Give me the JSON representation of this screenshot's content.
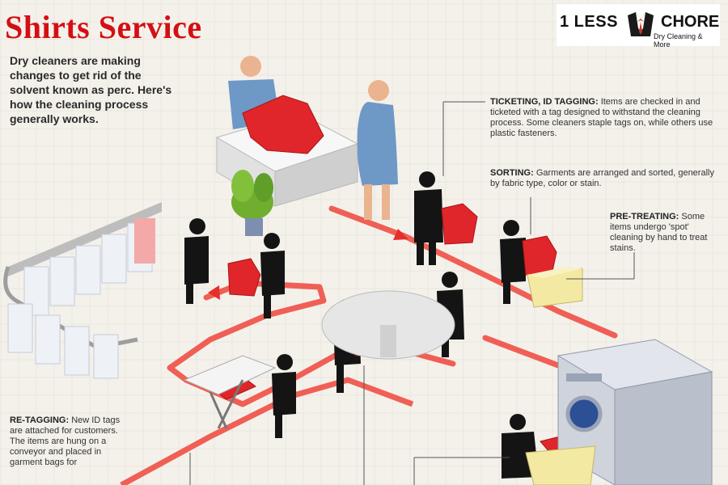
{
  "header": {
    "title": "Shirts Service"
  },
  "intro": "Dry cleaners are making changes to get rid of the solvent known as perc. Here's how the cleaning process generally works.",
  "logo": {
    "brand_left": "1 LESS",
    "brand_right": "CHORE",
    "tagline": "Dry Cleaning & More",
    "icon": "tuxedo-shirt-icon"
  },
  "steps": {
    "ticketing": {
      "heading": "TICKETING, ID TAGGING:",
      "text": "Items are checked in and ticketed with a tag designed to withstand the cleaning process. Some cleaners staple tags on, while others use plastic fasteners."
    },
    "sorting": {
      "heading": "SORTING:",
      "text": "Garments are arranged and sorted, generally by fabric type, color or stain."
    },
    "pretreating": {
      "heading": "PRE-TREATING:",
      "text": "Some items undergo 'spot' cleaning by hand to treat stains."
    },
    "retagging": {
      "heading": "RE-TAGGING:",
      "text": "New ID tags are attached for customers. The items are hung on a conveyor and placed in garment bags for"
    }
  },
  "colors": {
    "title_red": "#d40f14",
    "path_red": "#ef4f45",
    "garment_red": "#e0262a",
    "silhouette": "#141414",
    "machine": "#cfd3dc"
  }
}
